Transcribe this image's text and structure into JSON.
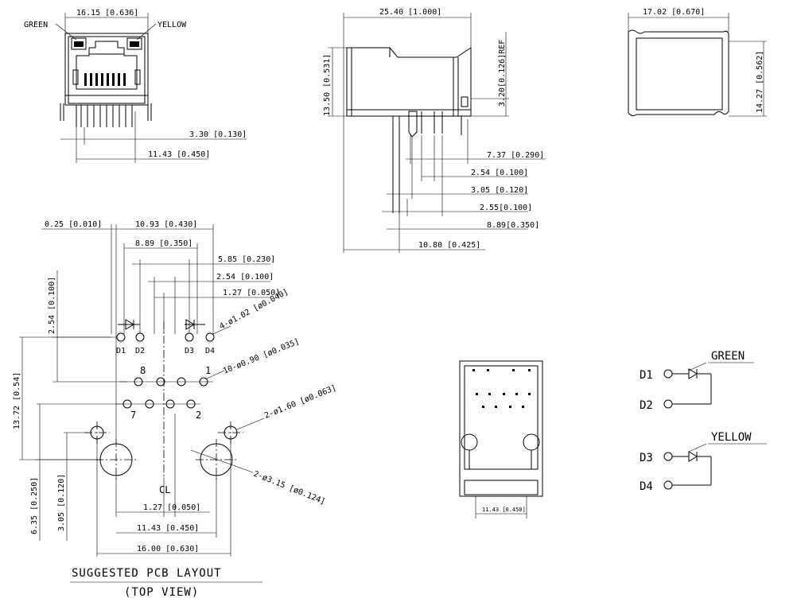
{
  "front_view": {
    "width_dim": "16.15 [0.636]",
    "led_left": "GREEN",
    "led_right": "YELLOW",
    "pin_offset_dim": "3.30 [0.130]",
    "pin_span_dim": "11.43 [0.450]"
  },
  "side_view": {
    "length_dim": "25.40 [1.000]",
    "height_dim": "13.50 [0.531]",
    "ref_dim": "3.20[0.126]REF",
    "dims": [
      "7.37 [0.290]",
      "2.54 [0.100]",
      "3.05 [0.120]",
      "2.55[0.100]",
      "8.89[0.350]",
      "10.80 [0.425]"
    ]
  },
  "top_right_view": {
    "width_dim": "17.02 [0.670]",
    "height_dim": "14.27 [0.562]"
  },
  "pcb_layout": {
    "top_dims": [
      "0.25 [0.010]",
      "10.93 [0.430]",
      "8.89 [0.350]",
      "5.85 [0.230]",
      "2.54 [0.100]",
      "1.27 [0.050]"
    ],
    "led_pitch_dim": "2.54 [0.100]",
    "led_hole_callout": "4-ø1.02 [ø0.040]",
    "pin_hole_callout": "10-ø0.90 [ø0.035]",
    "peg_callout": "2-ø1.60 [ø0.063]",
    "post_callout": "2-ø3.15 [ø0.124]",
    "height_dim": "13.72 [0.54]",
    "dim_635": "6.35 [0.250]",
    "dim_305": "3.05 [0.120]",
    "bottom_dims": [
      "1.27 [0.050]",
      "11.43 [0.450]",
      "16.00 [0.630]"
    ],
    "led_labels": [
      "D1",
      "D2",
      "D3",
      "D4"
    ],
    "pin_labels": [
      "8",
      "1",
      "7",
      "2"
    ],
    "centerline": "CL",
    "title": "SUGGESTED PCB LAYOUT",
    "subtitle": "(TOP VIEW)"
  },
  "bottom_view": {
    "dim": "11.43 [0.450]"
  },
  "led_schematic": {
    "green_label": "GREEN",
    "yellow_label": "YELLOW",
    "pins": [
      "D1",
      "D2",
      "D3",
      "D4"
    ]
  }
}
